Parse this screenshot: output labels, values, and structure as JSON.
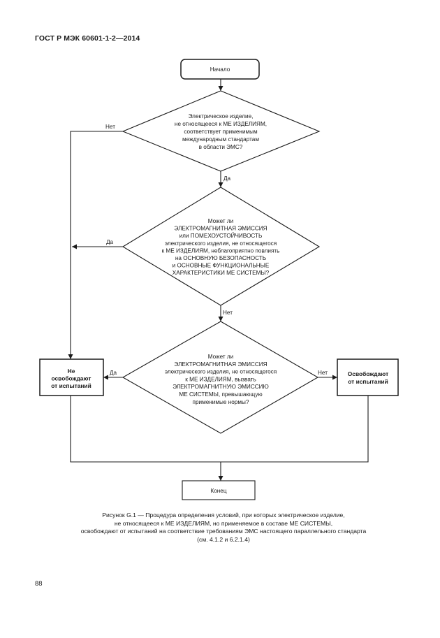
{
  "header": {
    "title": "ГОСТ Р МЭК 60601-1-2—2014"
  },
  "flowchart": {
    "start": "Начало",
    "decision1": [
      "Электрическое изделие,",
      "не относящееся к МЕ ИЗДЕЛИЯМ,",
      "соответствует применимым",
      "международным стандартам",
      "в области ЭМС?"
    ],
    "decision2": [
      "Может ли",
      "ЭЛЕКТРОМАГНИТНАЯ ЭМИССИЯ",
      "или ПОМЕХОУСТОЙЧИВОСТЬ",
      "электрического изделия, не относящегося",
      "к МЕ ИЗДЕЛИЯМ, неблагоприятно повлиять",
      "на ОСНОВНУЮ БЕЗОПАСНОСТЬ",
      "и ОСНОВНЫЕ ФУНКЦИОНАЛЬНЫЕ",
      "ХАРАКТЕРИСТИКИ МЕ СИСТЕМЫ?"
    ],
    "decision3": [
      "Может ли",
      "ЭЛЕКТРОМАГНИТНАЯ ЭМИССИЯ",
      "электрического изделия, не относящегося",
      "к МЕ ИЗДЕЛИЯМ, вызвать",
      "ЭЛЕКТРОМАГНИТНУЮ ЭМИССИЮ",
      "МЕ СИСТЕМЫ, превышающую",
      "применимые нормы?"
    ],
    "not_exempt": [
      "Не",
      "освобождают",
      "от испытаний"
    ],
    "exempt": [
      "Освобождают",
      "от испытаний"
    ],
    "end": "Конец",
    "labels": {
      "d1_no": "Нет",
      "d1_yes": "Да",
      "d2_yes": "Да",
      "d2_no": "Нет",
      "d3_yes": "Да",
      "d3_no": "Нет"
    }
  },
  "caption": [
    "Рисунок G.1 — Процедура  определения  условий,  при  которых  электрическое изделие,",
    "не относящееся  к  МЕ ИЗДЕЛИЯМ,  но применяемое  в  составе МЕ СИСТЕМЫ,",
    "освобождают от  испытаний на соответствие требованиям ЭМС настоящего параллельного стандарта",
    "(см. 4.1.2 и 6.2.1.4)"
  ],
  "page_number": "88"
}
